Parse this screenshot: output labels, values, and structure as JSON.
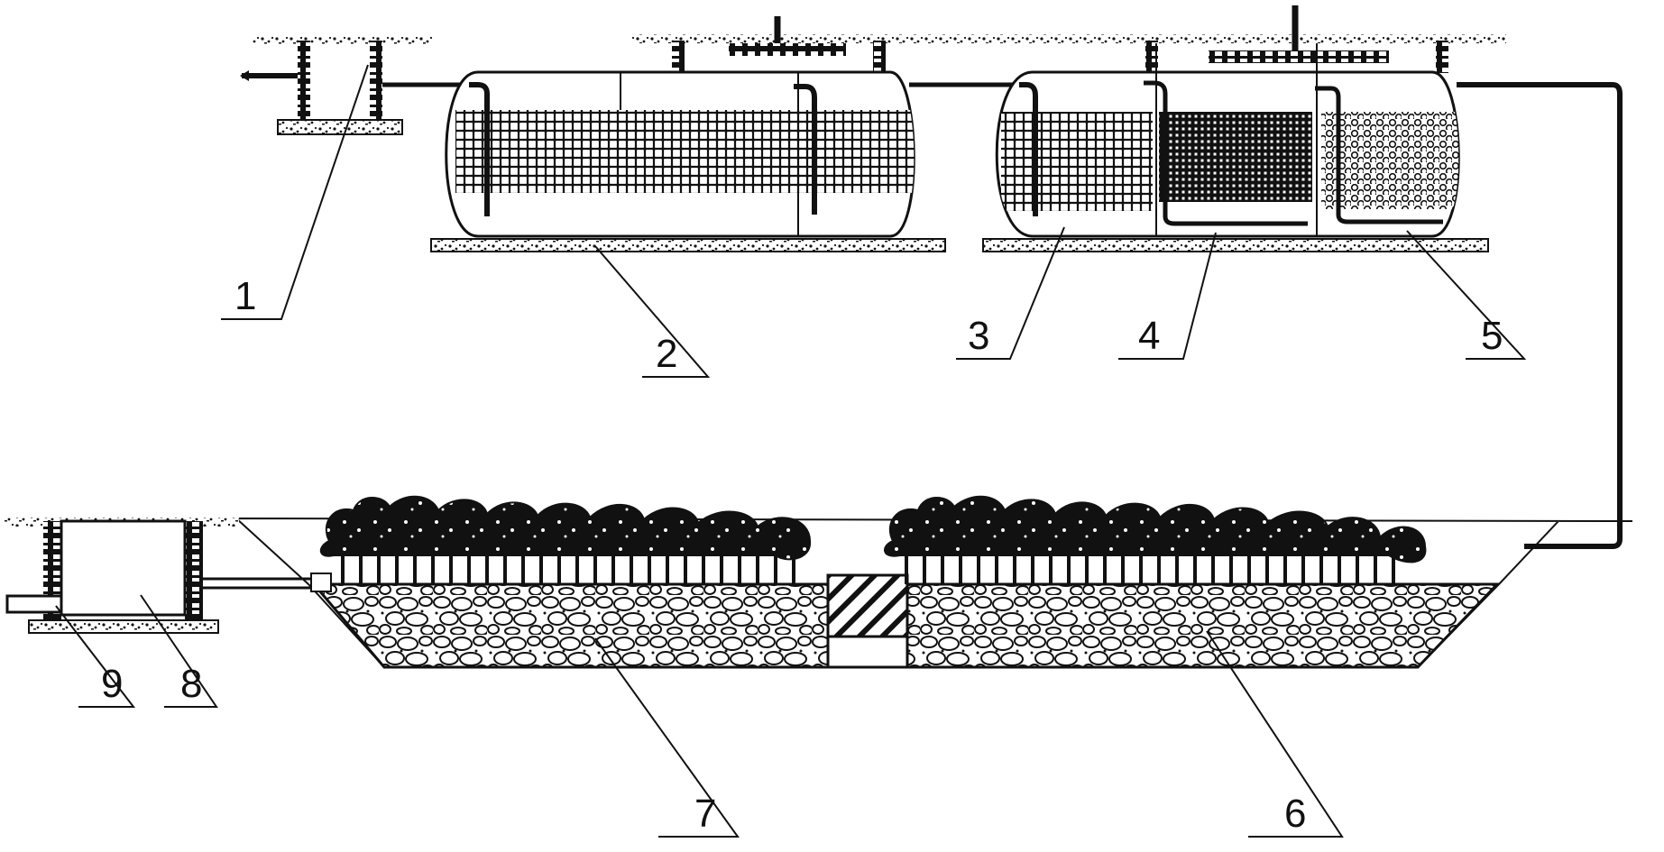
{
  "colors": {
    "ink": "#111111",
    "paper": "#ffffff",
    "hatch": "#222222"
  },
  "callouts": [
    {
      "id": "c1",
      "label": "1"
    },
    {
      "id": "c2",
      "label": "2"
    },
    {
      "id": "c3",
      "label": "3"
    },
    {
      "id": "c4",
      "label": "4"
    },
    {
      "id": "c5",
      "label": "5"
    },
    {
      "id": "c6",
      "label": "6"
    },
    {
      "id": "c7",
      "label": "7"
    },
    {
      "id": "c8",
      "label": "8"
    },
    {
      "id": "c9",
      "label": "9"
    }
  ],
  "icons": {
    "trees": "tree-row-icon",
    "gravel": "gravel-bed-icon",
    "packing": "filter-packing-icon"
  }
}
